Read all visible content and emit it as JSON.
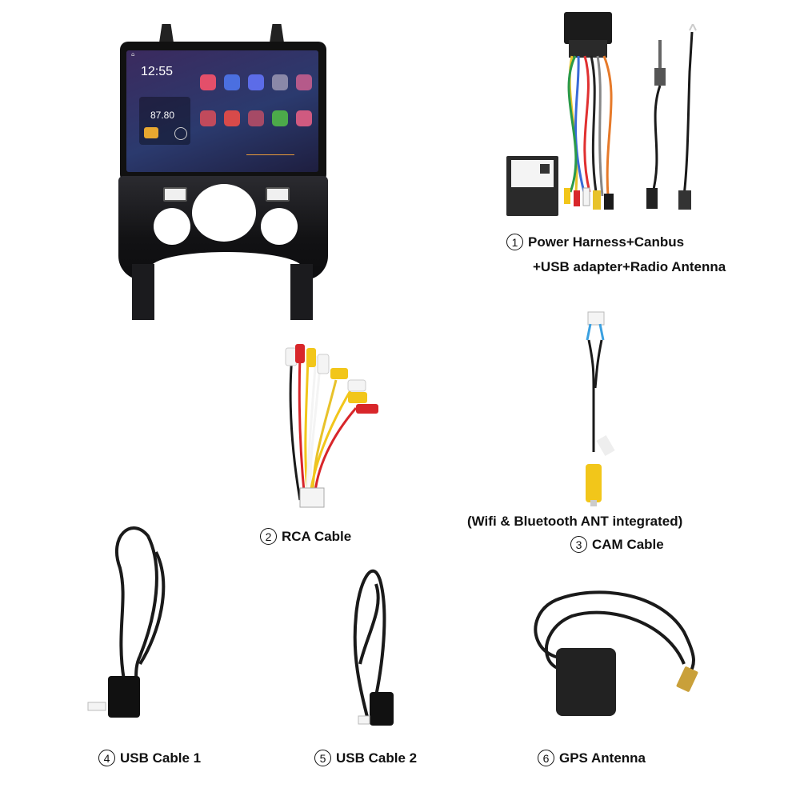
{
  "head_unit_screen": {
    "clock": "12:55",
    "radio_frequency": "87.80"
  },
  "items": [
    {
      "number": "1",
      "caption_line1": "Power Harness+Canbus",
      "caption_line2": "+USB adapter+Radio Antenna"
    },
    {
      "number": "2",
      "caption": "RCA Cable"
    },
    {
      "number": "3",
      "note": "(Wifi & Bluetooth ANT integrated)",
      "caption": "CAM Cable"
    },
    {
      "number": "4",
      "caption": "USB Cable 1"
    },
    {
      "number": "5",
      "caption": "USB Cable 2"
    },
    {
      "number": "6",
      "caption": "GPS Antenna"
    }
  ],
  "colors": {
    "rca_red": "#d8262a",
    "rca_yellow": "#f2c61a",
    "rca_white": "#f4f4f4",
    "cable_black": "#1a1a1a"
  }
}
